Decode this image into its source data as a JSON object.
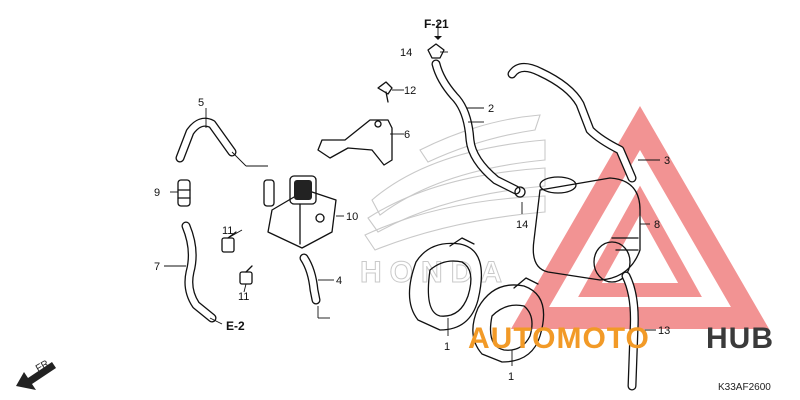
{
  "diagram": {
    "callouts": {
      "c1a": "1",
      "c1b": "1",
      "c2": "2",
      "c3": "3",
      "c4": "4",
      "c5": "5",
      "c6": "6",
      "c7": "7",
      "c8": "8",
      "c9": "9",
      "c10": "10",
      "c11a": "11",
      "c11b": "11",
      "c12": "12",
      "c13": "13",
      "c14a": "14",
      "c14b": "14"
    },
    "refs": {
      "top": "F-21",
      "left": "E-2",
      "front": "FR."
    },
    "code": "K33AF2600",
    "background_logo": "HONDA"
  },
  "watermark": {
    "part1": "AUTOMOTO",
    "part2": "HUB",
    "colors": {
      "triangle": "#e83a3a",
      "accent": "#f29a27",
      "dark": "#3a3a3a"
    }
  }
}
